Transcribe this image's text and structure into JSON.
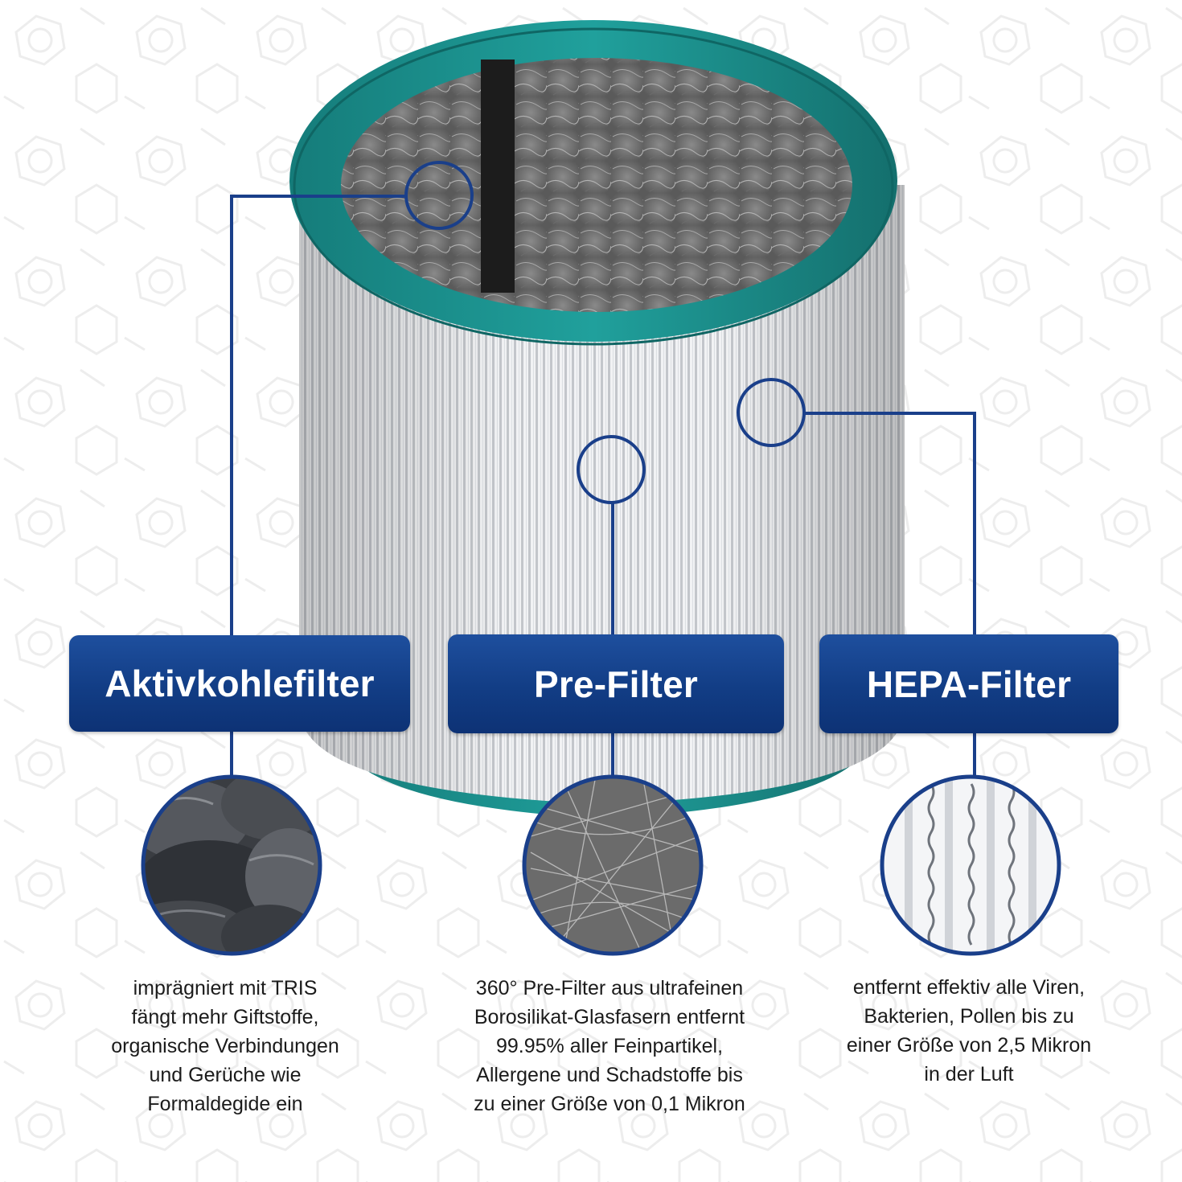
{
  "colors": {
    "accent_blue": "#123d85",
    "callout_line": "#1a3f8a",
    "filter_ring": "#1c8f8c",
    "background": "#ffffff",
    "text": "#1b1b1b"
  },
  "labels": {
    "activated_carbon": "Aktivkohlefilter",
    "pre_filter": "Pre-Filter",
    "hepa": "HEPA-Filter"
  },
  "descriptions": {
    "activated_carbon": [
      "imprägniert mit TRIS",
      "fängt mehr Giftstoffe,",
      "organische Verbindungen",
      "und Gerüche wie",
      "Formaldegide ein"
    ],
    "pre_filter": [
      "360° Pre-Filter aus ultrafeinen",
      "Borosilikat-Glasfasern entfernt",
      "99.95% aller Feinpartikel,",
      "Allergene und Schadstoffe bis",
      "zu einer Größe von 0,1 Mikron"
    ],
    "hepa": [
      "entfernt effektiv alle Viren,",
      "Bakterien, Pollen bis zu",
      "einer Größe von 2,5 Mikron",
      "in der Luft"
    ]
  },
  "icons": {
    "carbon_detail": "charcoal-chunks-icon",
    "prefilter_detail": "glass-fiber-mesh-icon",
    "hepa_detail": "pleated-media-icon"
  }
}
